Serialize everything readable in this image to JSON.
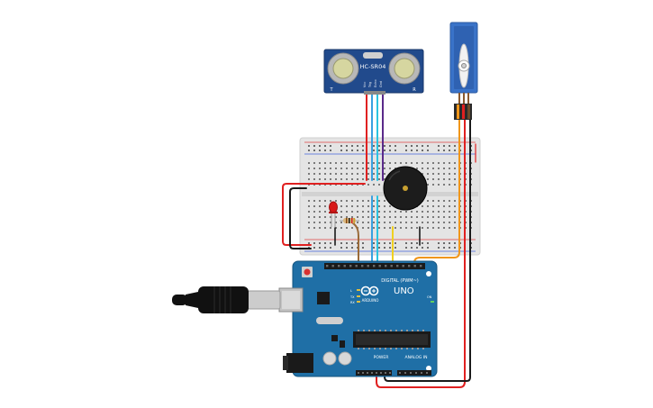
{
  "sensor": {
    "model": "HC-SR04",
    "left_mark": "T",
    "right_mark": "R",
    "pins": [
      "Vcc",
      "Trig",
      "Echo",
      "Gnd"
    ]
  },
  "board": {
    "brand": "ARDUINO",
    "model": "UNO",
    "digital_label": "DIGITAL (PWM~)",
    "power_label": "POWER",
    "analog_label": "ANALOG IN",
    "tx_label": "TX",
    "rx_label": "RX",
    "l_label": "L",
    "on_label": "ON"
  },
  "colors": {
    "board": "#1f6fa6",
    "breadboard": "#e8e8e8",
    "sensor": "#214a8c",
    "servo": "#3a73c8",
    "wire_red": "#e02020",
    "wire_black": "#1a1a1a",
    "wire_blue": "#3aa0e0",
    "wire_cyan": "#2bc3e0",
    "wire_orange": "#f0961a",
    "wire_yellow": "#f0d020",
    "wire_brown": "#9a6a38",
    "wire_purple": "#5a2a8a",
    "buzzer": "#1a1a1a",
    "led": "#d81818"
  },
  "icons": [
    "usb-cable-icon",
    "piezo-buzzer-icon",
    "red-led-icon",
    "resistor-icon",
    "servo-motor-icon",
    "ultrasonic-sensor-icon",
    "arduino-logo-icon"
  ]
}
